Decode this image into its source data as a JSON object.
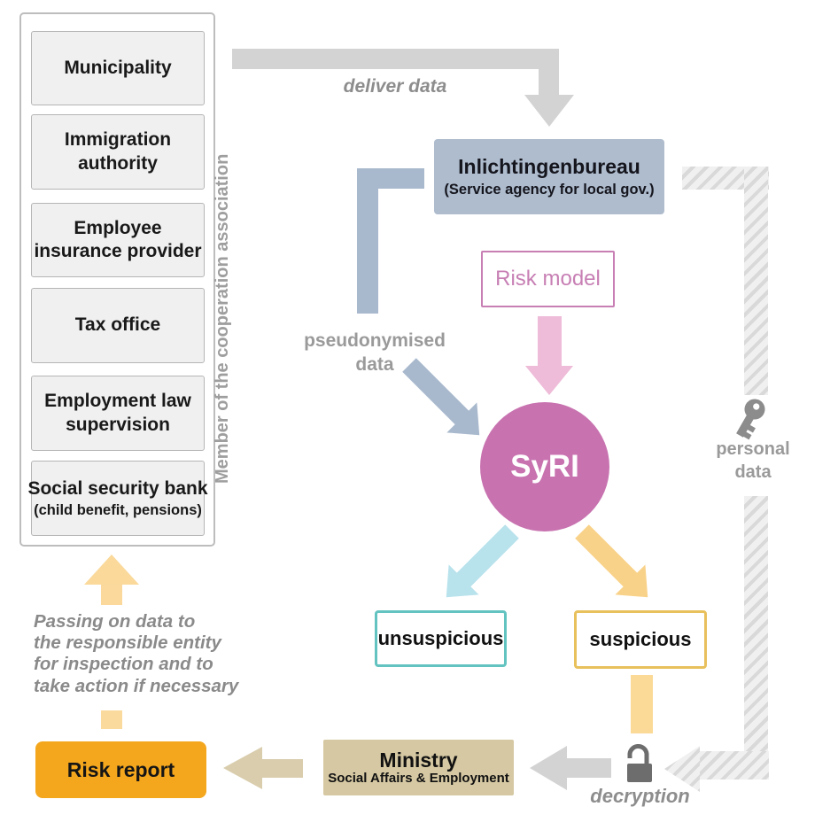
{
  "members_panel": {
    "side_label": "Member of the cooperation association",
    "items": [
      {
        "lines": [
          "Municipality"
        ]
      },
      {
        "lines": [
          "Immigration",
          "authority"
        ]
      },
      {
        "lines": [
          "Employee",
          "insurance provider"
        ]
      },
      {
        "lines": [
          "Tax office"
        ]
      },
      {
        "lines": [
          "Employment law",
          "supervision"
        ]
      },
      {
        "lines": [
          "Social security bank"
        ],
        "sublabel": "(child benefit, pensions)"
      }
    ]
  },
  "flow": {
    "deliver_data_label": "deliver data",
    "inlichtingenbureau": {
      "title": "Inlichtingenbureau",
      "subtitle": "(Service agency for local gov.)"
    },
    "risk_model_label": "Risk model",
    "pseudonymised_data": {
      "lines": [
        "pseudonymised",
        "data"
      ]
    },
    "syri_label": "SyRI",
    "unsuspicious_label": "unsuspicious",
    "suspicious_label": "suspicious",
    "personal_data": {
      "lines": [
        "personal",
        "data"
      ]
    },
    "decryption_label": "decryption",
    "ministry": {
      "title": "Ministry",
      "subtitle": "Social Affairs & Employment"
    },
    "risk_report_label": "Risk report",
    "passing_note": {
      "lines": [
        "Passing on data to",
        "the responsible entity",
        "for inspection and to",
        "take action if necessary"
      ]
    }
  },
  "icons": {
    "key": "key-icon",
    "unlock": "unlock-icon"
  },
  "colors": {
    "gray_arrow": "#d3d3d3",
    "blue_gray": "#a9b9cd",
    "inlichtingenbureau_bg": "#aebcce",
    "pink_outline": "#c77fb4",
    "pink_arrow": "#eebbd8",
    "syri_circle": "#c873b0",
    "cyan_arrow": "#b8e2ec",
    "teal_border": "#63c3c0",
    "yellow_arrow": "#f9d289",
    "gold_border": "#e8c05c",
    "yellow_bar": "#fbd996",
    "orange_box": "#f4a71d",
    "tan_box": "#d5c8a2",
    "tan_arrow": "#d9cdad",
    "lock_gray": "#6d6d6d",
    "label_gray": "#9a9a9a"
  }
}
